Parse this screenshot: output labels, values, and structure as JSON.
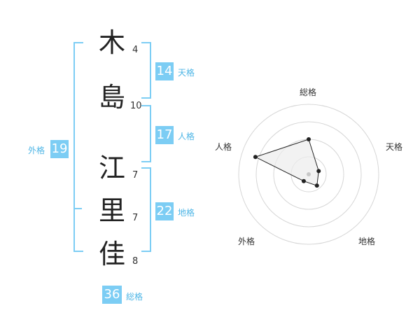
{
  "name_chars": [
    {
      "char": "木",
      "strokes": "4"
    },
    {
      "char": "島",
      "strokes": "10"
    },
    {
      "char": "江",
      "strokes": "7"
    },
    {
      "char": "里",
      "strokes": "7"
    },
    {
      "char": "佳",
      "strokes": "8"
    }
  ],
  "kakusu": {
    "tenkaku": {
      "value": "14",
      "label": "天格"
    },
    "jinkaku": {
      "value": "17",
      "label": "人格"
    },
    "chikaku": {
      "value": "22",
      "label": "地格"
    },
    "gaikaku": {
      "value": "19",
      "label": "外格"
    },
    "soukaku": {
      "value": "36",
      "label": "総格"
    }
  },
  "chart_data": {
    "type": "radar",
    "axes": [
      "総格",
      "天格",
      "地格",
      "外格",
      "人格"
    ],
    "values": [
      0.5,
      0.15,
      0.2,
      0.12,
      0.8
    ],
    "rings": 4
  },
  "colors": {
    "accent": "#7ccdf4",
    "label": "#4fb6e6"
  }
}
